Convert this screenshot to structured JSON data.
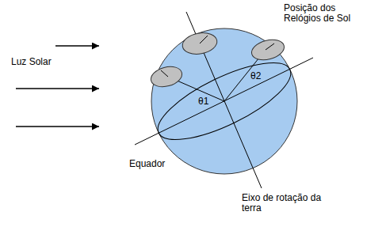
{
  "diagram": {
    "labels": [
      "Luz Solar",
      "Posição dos Relógios de Sol",
      "θ1",
      "θ2",
      "Equador",
      "Eixo de rotação da terra"
    ]
  }
}
